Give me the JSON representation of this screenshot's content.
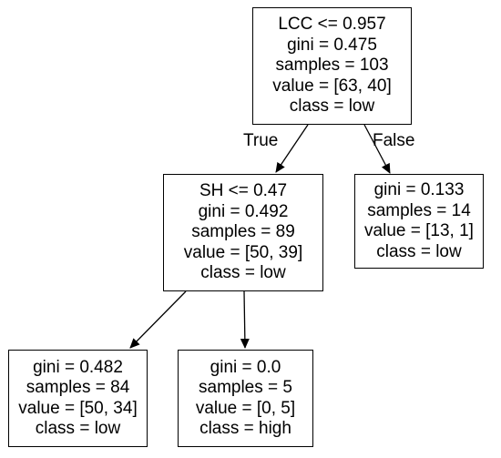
{
  "tree": {
    "nodes": {
      "root": {
        "lines": [
          "LCC <= 0.957",
          "gini = 0.475",
          "samples = 103",
          "value = [63, 40]",
          "class = low"
        ]
      },
      "left": {
        "lines": [
          "SH <= 0.47",
          "gini = 0.492",
          "samples = 89",
          "value = [50, 39]",
          "class = low"
        ]
      },
      "right": {
        "lines": [
          "gini = 0.133",
          "samples = 14",
          "value = [13, 1]",
          "class = low"
        ]
      },
      "left_left": {
        "lines": [
          "gini = 0.482",
          "samples = 84",
          "value = [50, 34]",
          "class = low"
        ]
      },
      "left_right": {
        "lines": [
          "gini = 0.0",
          "samples = 5",
          "value = [0, 5]",
          "class = high"
        ]
      }
    },
    "edge_labels": {
      "true_label": "True",
      "false_label": "False"
    }
  }
}
